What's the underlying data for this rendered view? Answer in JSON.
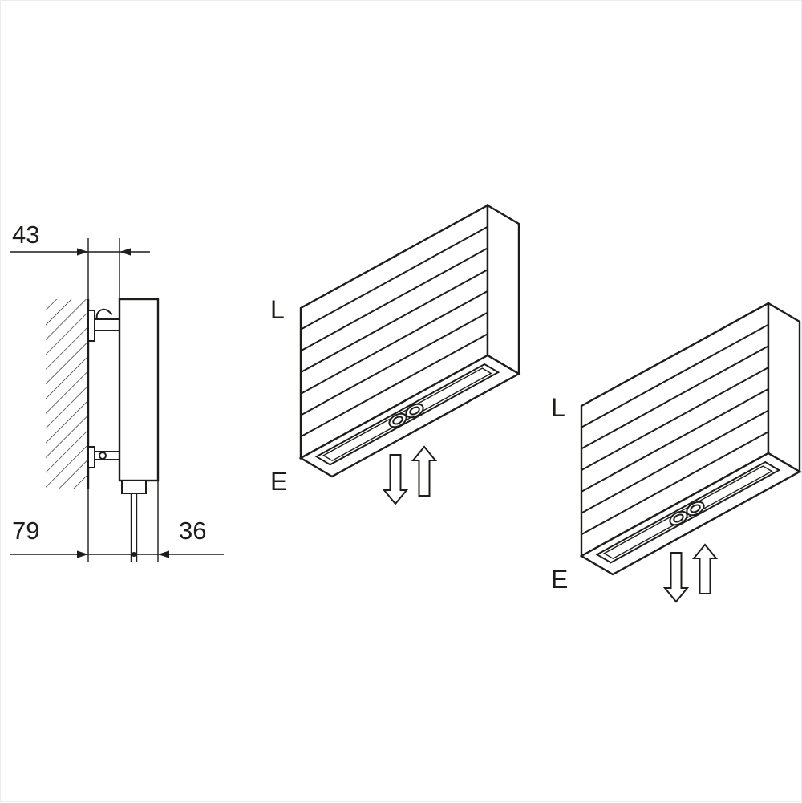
{
  "canvas": {
    "background": "#ffffff",
    "line_color": "#1d1d1b"
  },
  "side_view": {
    "dim_top": "43",
    "dim_bottom_left": "79",
    "dim_bottom_right": "36"
  },
  "iso_views": [
    {
      "label_top": "L",
      "label_bottom": "E"
    },
    {
      "label_top": "L",
      "label_bottom": "E"
    }
  ]
}
